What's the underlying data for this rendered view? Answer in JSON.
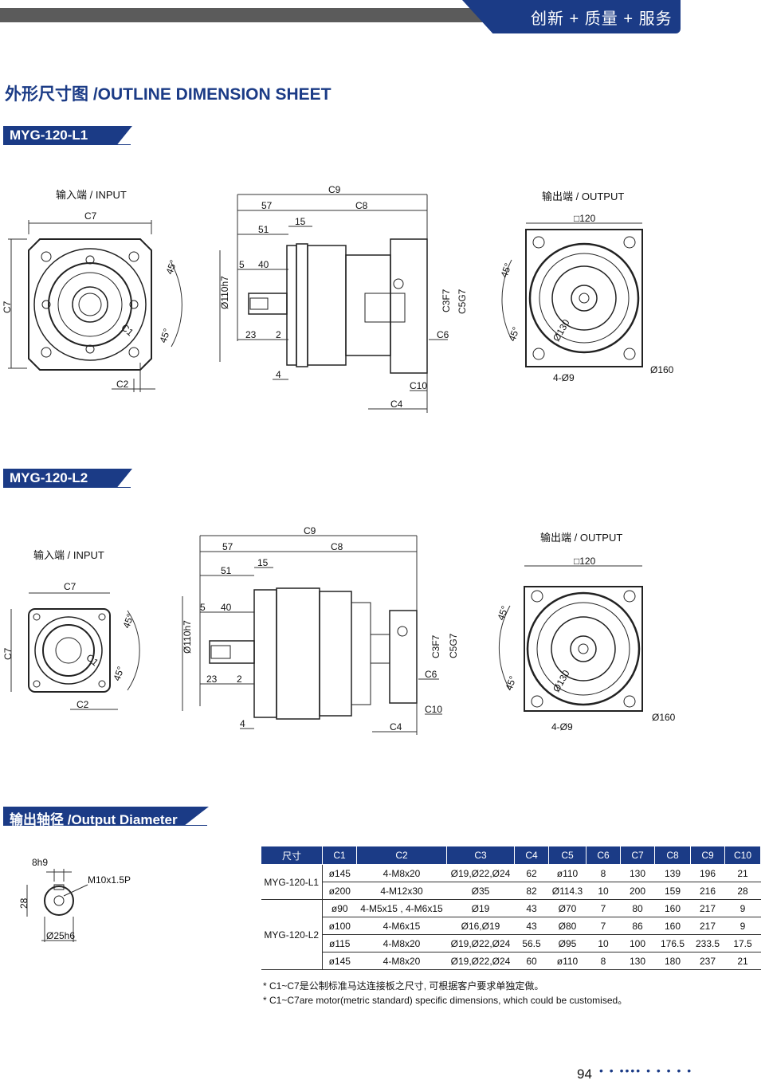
{
  "header": {
    "slogan": "创新 + 质量 + 服务"
  },
  "page_title": "外形尺寸图 /OUTLINE DIMENSION SHEET",
  "sections": {
    "l1": {
      "title": "MYG-120-L1",
      "input_label": "输入端 / INPUT",
      "output_label": "输出端 / OUTPUT"
    },
    "l2": {
      "title": "MYG-120-L2",
      "input_label": "输入端 / INPUT",
      "output_label": "输出端 / OUTPUT"
    },
    "shaft": {
      "title": "输出轴径 /Output Diameter"
    }
  },
  "dims": {
    "c1": "C1",
    "c2": "C2",
    "c3": "C3F7",
    "c4": "C4",
    "c5": "C5G7",
    "c6": "C6",
    "c7": "C7",
    "c8": "C8",
    "c9": "C9",
    "c10": "C10",
    "d57": "57",
    "d51": "51",
    "d15": "15",
    "d5": "5",
    "d40": "40",
    "d23": "23",
    "d2": "2",
    "d4": "4",
    "shaft_fit": "Ø110h7",
    "square": "□120",
    "pcd": "Ø130",
    "flange": "Ø160",
    "holes": "4-Ø9",
    "angle": "45°",
    "key": "8h9",
    "key_height": "28",
    "thread": "M10x1.5P",
    "shaft_dia": "Ø25h6"
  },
  "table": {
    "headers": [
      "尺寸",
      "C1",
      "C2",
      "C3",
      "C4",
      "C5",
      "C6",
      "C7",
      "C8",
      "C9",
      "C10"
    ],
    "groups": [
      {
        "model": "MYG-120-L1",
        "rows": [
          [
            "ø145",
            "4-M8x20",
            "Ø19,Ø22,Ø24",
            "62",
            "ø110",
            "8",
            "130",
            "139",
            "196",
            "21"
          ],
          [
            "ø200",
            "4-M12x30",
            "Ø35",
            "82",
            "Ø114.3",
            "10",
            "200",
            "159",
            "216",
            "28"
          ]
        ]
      },
      {
        "model": "MYG-120-L2",
        "rows": [
          [
            "ø90",
            "4-M5x15 , 4-M6x15",
            "Ø19",
            "43",
            "Ø70",
            "7",
            "80",
            "160",
            "217",
            "9"
          ],
          [
            "ø100",
            "4-M6x15",
            "Ø16,Ø19",
            "43",
            "Ø80",
            "7",
            "86",
            "160",
            "217",
            "9"
          ],
          [
            "ø115",
            "4-M8x20",
            "Ø19,Ø22,Ø24",
            "56.5",
            "Ø95",
            "10",
            "100",
            "176.5",
            "233.5",
            "17.5"
          ],
          [
            "ø145",
            "4-M8x20",
            "Ø19,Ø22,Ø24",
            "60",
            "ø110",
            "8",
            "130",
            "180",
            "237",
            "21"
          ]
        ]
      }
    ]
  },
  "notes": {
    "cn": "* C1~C7是公制标准马达连接板之尺寸, 可根据客户要求单独定做。",
    "en": "* C1~C7are motor(metric standard)  specific dimensions, which could be customised。"
  },
  "footer": {
    "page_number": "94",
    "dots": "• • •••• • • • • •"
  },
  "colors": {
    "brand": "#1b3b86",
    "bar": "#5b5b5b"
  }
}
